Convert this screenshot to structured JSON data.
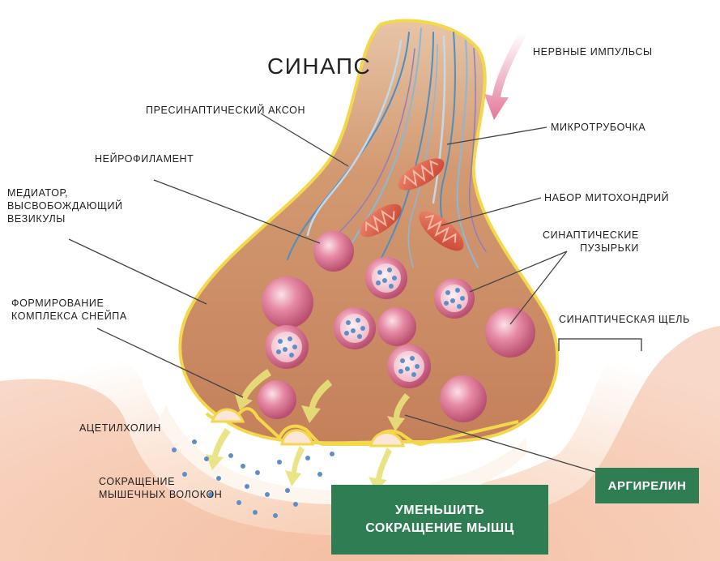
{
  "title": "СИНАПС",
  "labels": {
    "nerve_impulses": "НЕРВНЫЕ ИМПУЛЬСЫ",
    "presynaptic_axon": "ПРЕСИНАПТИЧЕСКИЙ АКСОН",
    "microtubule": "МИКРОТРУБОЧКА",
    "neurofilament": "НЕЙРОФИЛАМЕНТ",
    "mediator_line1": "МЕДИАТОР,",
    "mediator_line2": "ВЫСВОБОЖДАЮЩИЙ",
    "mediator_line3": "ВЕЗИКУЛЫ",
    "mitochondria": "НАБОР МИТОХОНДРИЙ",
    "synaptic_vesicles_line1": "СИНАПТИЧЕСКИЕ",
    "synaptic_vesicles_line2": "ПУЗЫРЬКИ",
    "snare_line1": "ФОРМИРОВАНИЕ",
    "snare_line2": "КОМПЛЕКСА СНЕЙПА",
    "synaptic_cleft": "СИНАПТИЧЕСКАЯ ЩЕЛЬ",
    "acetylcholine": "АЦЕТИЛХОЛИН",
    "contraction_line1": "СОКРАЩЕНИЕ",
    "contraction_line2": "МЫШЕЧНЫХ ВОЛОКОН"
  },
  "boxes": {
    "argireline": "АРГИРЕЛИН",
    "reduce_line1": "УМЕНЬШИТЬ",
    "reduce_line2": "СОКРАЩЕНИЕ МЫШЦ"
  },
  "colors": {
    "terminal": "#c98a63",
    "terminal_outline": "#f2d84a",
    "muscle": "#f4c7ad",
    "vesicle": "#d66b8b",
    "mitochondrion": "#d9553f",
    "arrow": "#e9e27a",
    "box": "#2f7d52"
  }
}
